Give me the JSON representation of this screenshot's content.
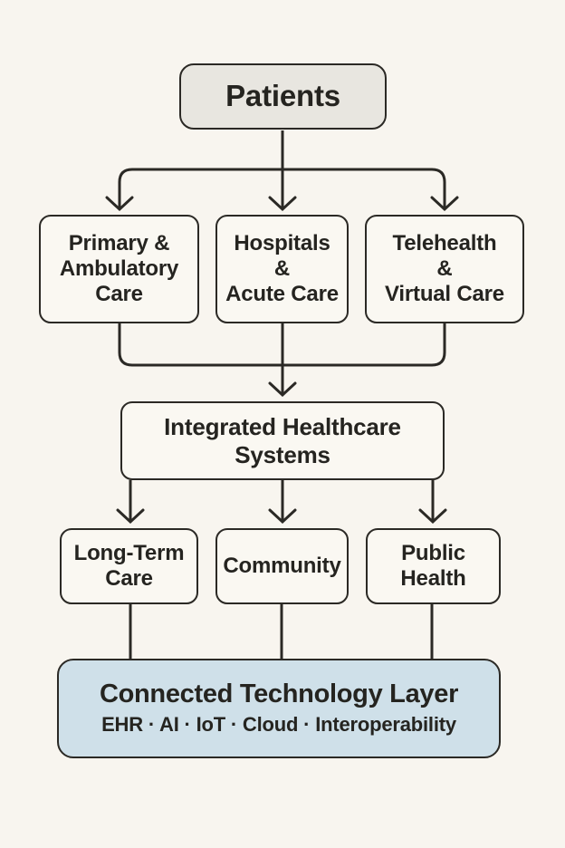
{
  "colors": {
    "background": "#f8f5ef",
    "line": "#2b2925",
    "text": "#252420",
    "box_fill": "#faf8f2",
    "patients_fill": "#e8e6e0",
    "tech_fill": "#cfe0e9"
  },
  "nodes": {
    "patients": {
      "label": "Patients"
    },
    "primary": {
      "label": "Primary &\nAmbulatory\nCare"
    },
    "hospitals": {
      "label": "Hospitals\n&\nAcute Care"
    },
    "telehealth": {
      "label": "Telehealth\n&\nVirtual Care"
    },
    "integrated": {
      "label": "Integrated Healthcare\nSystems"
    },
    "longterm": {
      "label": "Long-Term\nCare"
    },
    "community": {
      "label": "Community"
    },
    "public_health": {
      "label": "Public\nHealth"
    },
    "technology": {
      "title": "Connected Technology Layer",
      "subtitle": "EHR · AI · IoT · Cloud · Interoperability"
    }
  }
}
